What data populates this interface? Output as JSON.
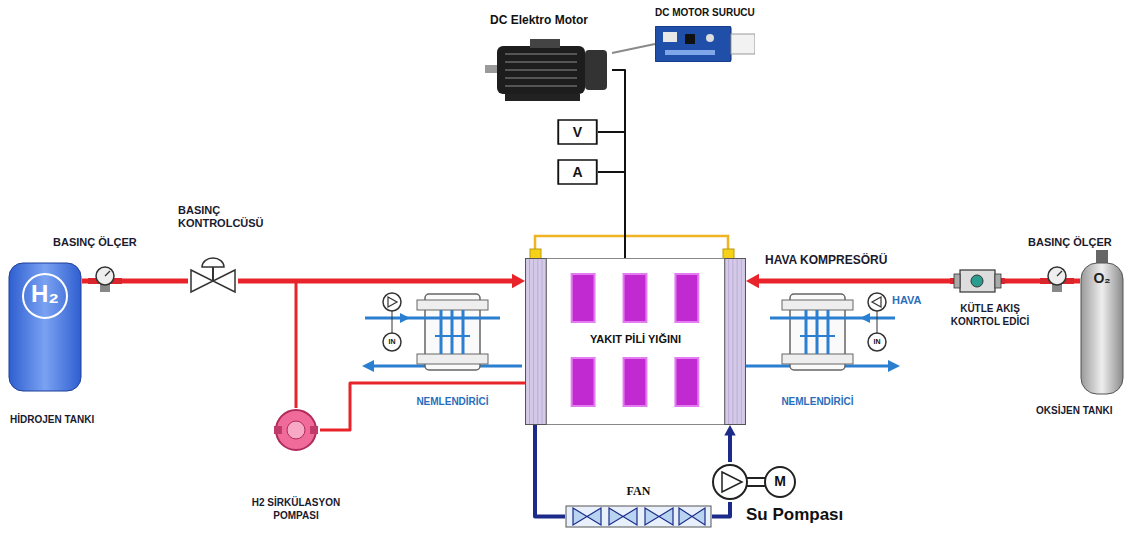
{
  "diagram": {
    "nodes": [
      {
        "text": [
          "DC Elektro Motor"
        ]
      },
      {
        "text": [
          "DC MOTOR SURUCU"
        ]
      },
      {
        "text": [
          "V"
        ]
      },
      {
        "text": [
          "A"
        ]
      },
      {
        "text": [
          "BASINÇ ÖLÇER"
        ]
      },
      {
        "text": [
          "BASINÇ KONTROLCÜSÜ"
        ]
      },
      {
        "text": [
          "BASINÇ ÖLÇER"
        ]
      },
      {
        "text": [
          "H₂",
          "HİDROJEN TANKI"
        ]
      },
      {
        "text": [
          "YAKIT PİLİ YIĞINI"
        ]
      },
      {
        "text": [
          "NEMLENDİRİCİ"
        ]
      },
      {
        "text": [
          "NEMLENDİRİCİ"
        ]
      },
      {
        "text": [
          "KÜTLE AKIŞ KONRTOL EDİCİ"
        ]
      },
      {
        "text": [
          "O₂",
          "OKSİJEN TANKI"
        ]
      },
      {
        "text": [
          "H2 SİRKÜLASYON POMPASI"
        ]
      },
      {
        "text": [
          "FAN"
        ]
      },
      {
        "text": [
          "Su Pompası"
        ]
      }
    ],
    "edges": [
      {
        "from": 8,
        "to": 3,
        "arrow": "none"
      },
      {
        "from": 3,
        "to": 2,
        "arrow": "none"
      },
      {
        "from": 2,
        "to": 0,
        "arrow": "none"
      },
      {
        "from": 0,
        "to": 1,
        "arrow": "none"
      },
      {
        "from": 7,
        "to": 4,
        "arrow": "none"
      },
      {
        "from": 4,
        "to": 5,
        "arrow": "none"
      },
      {
        "from": 5,
        "to": 8,
        "arrow": "to"
      },
      {
        "from": 5,
        "to": 13,
        "arrow": "none"
      },
      {
        "from": 13,
        "to": 8,
        "arrow": "none"
      },
      {
        "from": 12,
        "to": 6,
        "arrow": "none"
      },
      {
        "from": 6,
        "to": 11,
        "arrow": "none"
      },
      {
        "from": 11,
        "to": 8,
        "arrow": "to"
      },
      {
        "from": 8,
        "to": 14,
        "arrow": "none"
      },
      {
        "from": 14,
        "to": 15,
        "arrow": "none"
      },
      {
        "from": 15,
        "to": 8,
        "arrow": "to"
      }
    ],
    "labels": [
      "HAVA KOMPRESÖRÜ",
      "HAVA",
      "IN",
      "IN",
      "M"
    ]
  }
}
